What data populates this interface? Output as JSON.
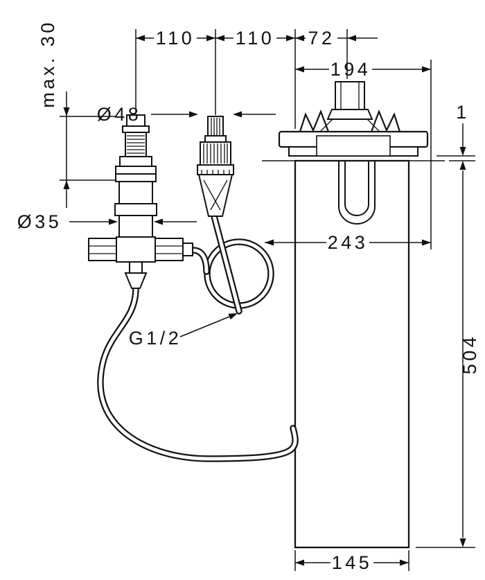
{
  "page": {
    "background": "#ffffff",
    "ink": "#111111"
  },
  "drawing": {
    "dimensions": {
      "span_left": "110",
      "span_mid": "110",
      "span_right": "72",
      "plate_width": "194",
      "mount_max": "max. 30",
      "dia_cartridge": "Ø48",
      "dia_valve": "Ø35",
      "reach": "243",
      "hose_thread": "G1/2",
      "column_height": "504",
      "gap": "1",
      "column_width": "145"
    }
  }
}
